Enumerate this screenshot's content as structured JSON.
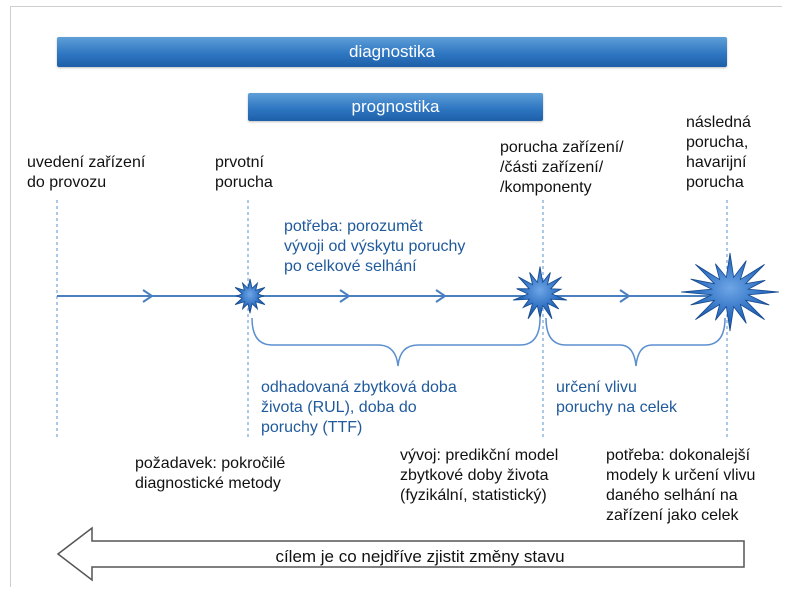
{
  "bars": {
    "diagnostika": "diagnostika",
    "prognostika": "prognostika"
  },
  "events": {
    "start": "uvedení zařízení\ndo provozu",
    "first_failure": "prvotní\nporucha",
    "device_failure": "porucha zařízení/\n/části zařízení/\n/komponenty",
    "subsequent_failure": "následná\nporucha,\nhavarijní\nporucha"
  },
  "need_understand": "potřeba: porozumět\nvývoji od výskytu poruchy\npo celkové selhání",
  "estimated_life": "odhadovaná zbytková doba\nživota (RUL), doba do\nporuchy (TTF)",
  "impact": "určení vlivu\nporuchy na celek",
  "requirement": "požadavek: pokročilé\ndiagnostické metody",
  "development": "vývoj: predikční model\nzbytkové doby života\n(fyzikální, statistický)",
  "need_better": "potřeba: dokonalejší\nmodely k určení vlivu\ndaného selhání na\nzařízení jako celek",
  "goal": "cílem je co nejdříve zjistit změny stavu",
  "colors": {
    "bar_blue": "#2f77c2",
    "timeline": "#4a7fc0",
    "text_blue": "#1f5a9c",
    "dotted": "#5b8fcf",
    "burst": "#1e5aa6"
  }
}
